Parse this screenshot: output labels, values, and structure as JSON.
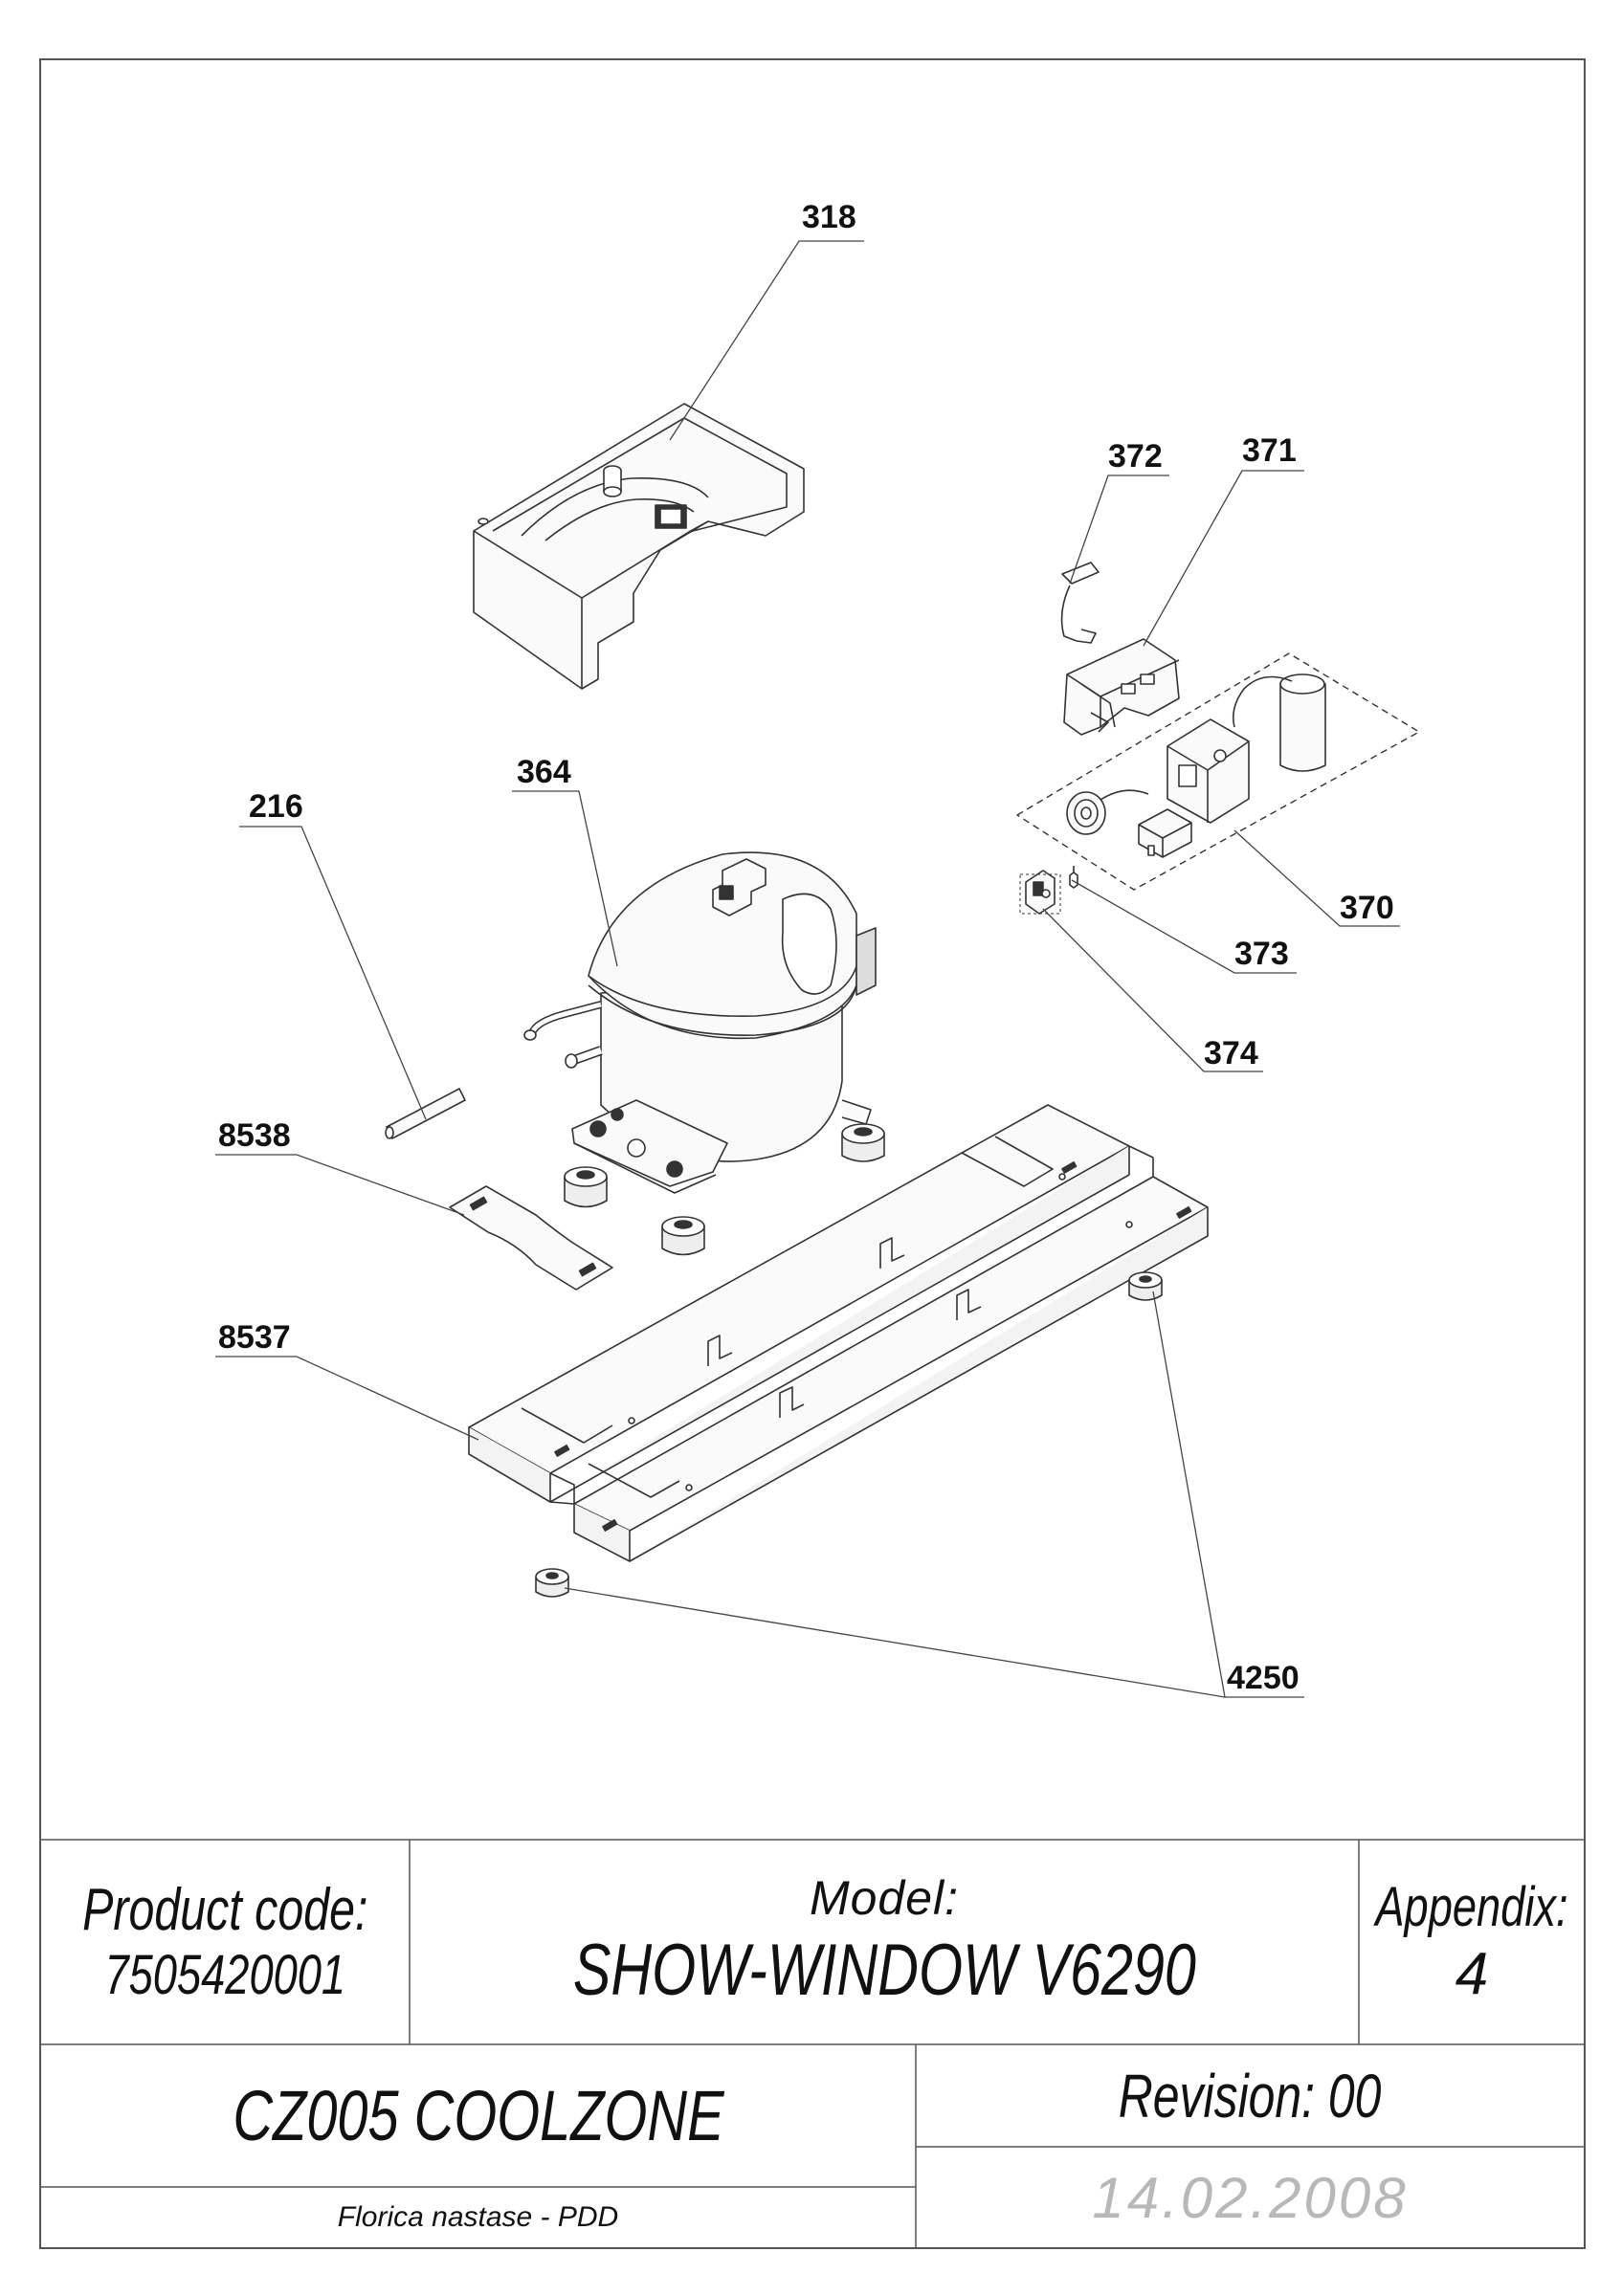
{
  "callouts": {
    "c318": "318",
    "c372": "372",
    "c371": "371",
    "c216": "216",
    "c364": "364",
    "c370": "370",
    "c373": "373",
    "c374": "374",
    "c8538": "8538",
    "c8537": "8537",
    "c4250": "4250"
  },
  "title_block": {
    "product_code_label": "Product code:",
    "product_code_value": "7505420001",
    "model_label": "Model:",
    "model_value": "SHOW-WINDOW V6290",
    "appendix_label": "Appendix:",
    "appendix_value": "4",
    "product_name": "CZ005 COOLZONE",
    "revision": "Revision: 00",
    "author": "Florica nastase - PDD",
    "date": "14.02.2008"
  },
  "colors": {
    "line": "#333333",
    "date_text": "#b8b8b8"
  }
}
